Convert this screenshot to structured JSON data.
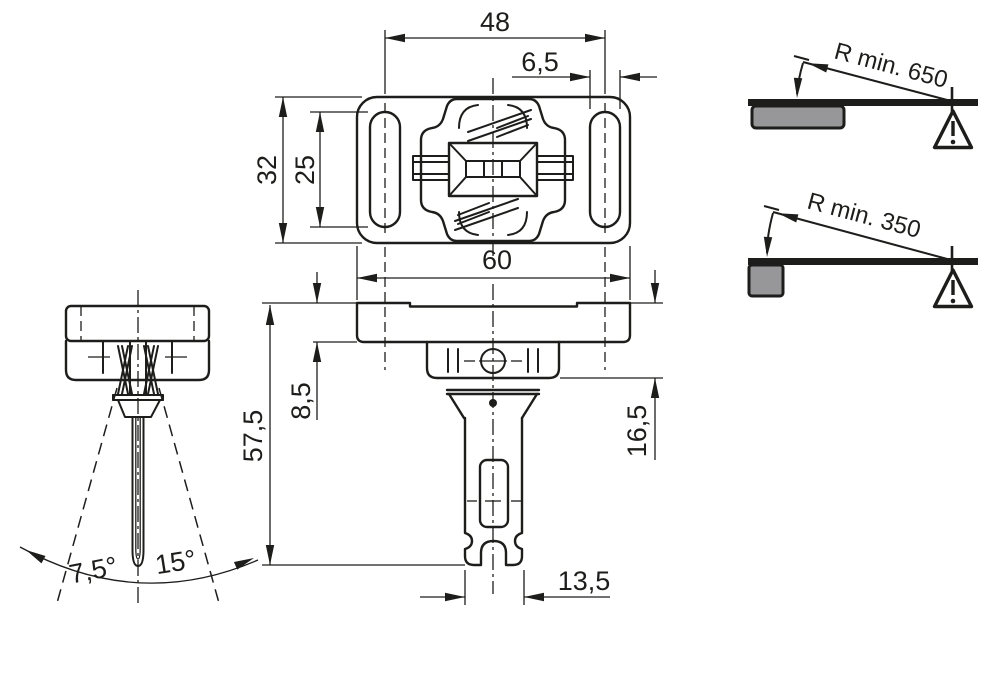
{
  "drawing": {
    "type": "technical-dimension-drawing",
    "top_view": {
      "dims": {
        "between_slot_centers": "48",
        "slot_width": "6,5",
        "plate_depth": "32",
        "slot_length": "25",
        "plate_width": "60"
      }
    },
    "front_view": {
      "dims": {
        "plate_thickness": "8,5",
        "total_height": "57,5",
        "head_height": "16,5",
        "stem_width": "13,5"
      }
    },
    "side_view": {
      "angles": {
        "left": "7,5°",
        "right": "15°"
      }
    },
    "door_radius_diagrams": {
      "flat_mount_label": "R min. 650",
      "edge_mount_label": "R min. 350"
    },
    "colors": {
      "line": "#1d1d1b",
      "panel_gray": "#97979a",
      "background": "#ffffff"
    }
  }
}
